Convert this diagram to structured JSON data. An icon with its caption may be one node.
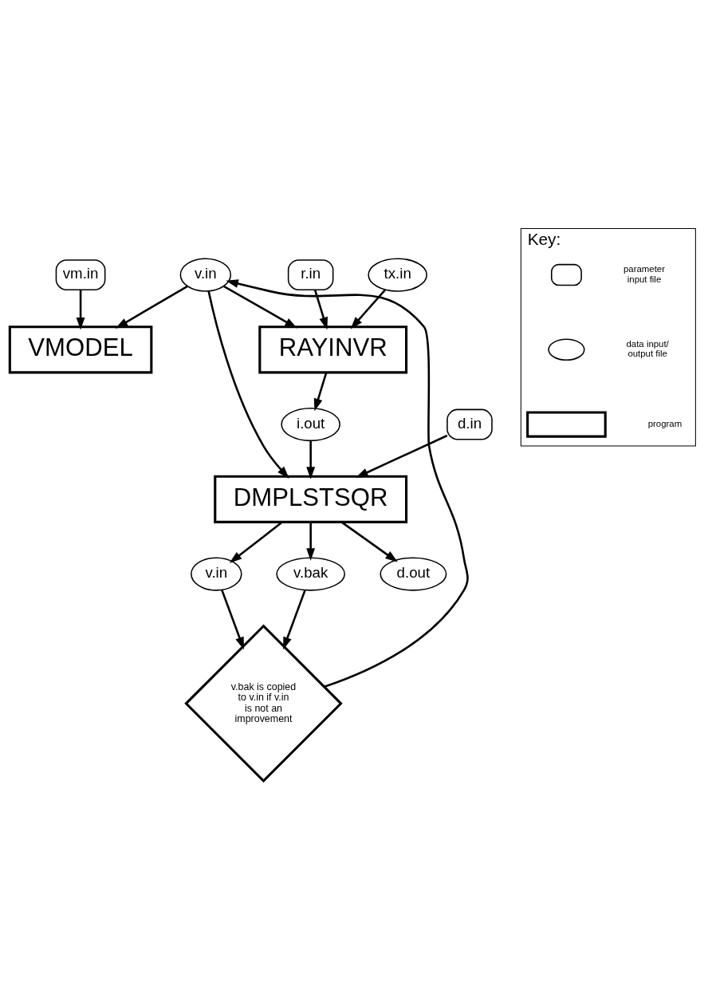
{
  "diagram": {
    "nodes": [
      {
        "text": [
          "v.in"
        ]
      },
      {
        "text": [
          "vm.in"
        ]
      },
      {
        "text": [
          "VMODEL"
        ]
      },
      {
        "text": [
          "r.in"
        ]
      },
      {
        "text": [
          "tx.in"
        ]
      },
      {
        "text": [
          "RAYINVR"
        ]
      },
      {
        "text": [
          "d.in"
        ]
      },
      {
        "text": [
          "i.out"
        ]
      },
      {
        "text": [
          "DMPLSTSQR"
        ]
      },
      {
        "text": [
          "v.in"
        ]
      },
      {
        "text": [
          "v.bak"
        ]
      },
      {
        "text": [
          "d.out"
        ]
      },
      {
        "text": [
          "v.bak is copied to v.in if v.in is not an improvement"
        ]
      },
      {
        "text": [
          "Key:"
        ]
      },
      {
        "text": [],
        "shape": "box",
        "in": 13
      },
      {
        "text": [],
        "shape": "ellipse",
        "in": 13
      },
      {
        "text": [],
        "shape": "box",
        "in": 13
      }
    ],
    "edges": [
      {
        "from": 0,
        "to": 2,
        "arrow": "to"
      },
      {
        "from": 1,
        "to": 2,
        "arrow": "to"
      },
      {
        "from": 0,
        "to": 5,
        "arrow": "to"
      },
      {
        "from": 3,
        "to": 5,
        "arrow": "to"
      },
      {
        "from": 4,
        "to": 5,
        "arrow": "to"
      },
      {
        "from": 5,
        "to": 7,
        "arrow": "to"
      },
      {
        "from": 0,
        "to": 8,
        "arrow": "to"
      },
      {
        "from": 6,
        "to": 8,
        "arrow": "to"
      },
      {
        "from": 7,
        "to": 8,
        "arrow": "to"
      },
      {
        "from": 8,
        "to": 9,
        "arrow": "to"
      },
      {
        "from": 8,
        "to": 10,
        "arrow": "to"
      },
      {
        "from": 8,
        "to": 11,
        "arrow": "to"
      },
      {
        "from": 9,
        "to": 12,
        "arrow": "to"
      },
      {
        "from": 10,
        "to": 12,
        "arrow": "to"
      },
      {
        "from": 12,
        "to": 0,
        "arrow": "to"
      }
    ],
    "legend": [
      {
        "text": "parameter input file"
      },
      {
        "text": "data input/ output file"
      },
      {
        "text": "program"
      }
    ]
  }
}
